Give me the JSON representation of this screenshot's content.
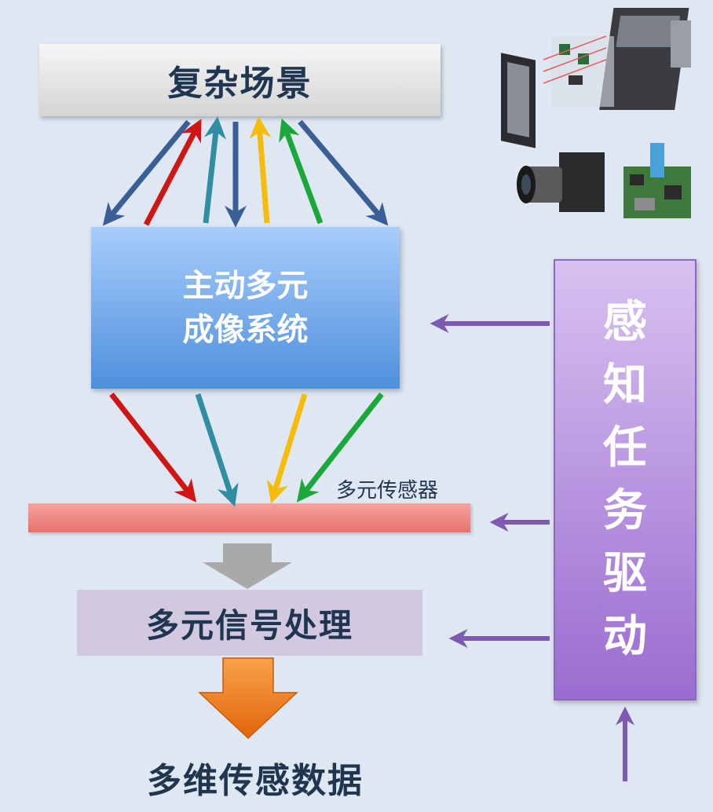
{
  "scene": {
    "label": "复杂场景"
  },
  "imaging": {
    "line1": "主动多元",
    "line2": "成像系统"
  },
  "sensor": {
    "label": "多元传感器"
  },
  "signal": {
    "label": "多元信号处理"
  },
  "output": {
    "label": "多维传感数据"
  },
  "task": {
    "chars": [
      "感",
      "知",
      "任",
      "务",
      "驱",
      "动"
    ]
  },
  "colors": {
    "blue": "#3a5f96",
    "red": "#d01515",
    "teal": "#2f8ea2",
    "yellow": "#f5bd0a",
    "green": "#1ba83a",
    "purple": "#7e5ab3",
    "gray": "#a9a9a9",
    "orange": "#ef7a12"
  },
  "images": {
    "hardware_exploded": "camera-hardware-exploded-view",
    "lens_camera": "lens-camera",
    "circuit_board": "circuit-board"
  }
}
